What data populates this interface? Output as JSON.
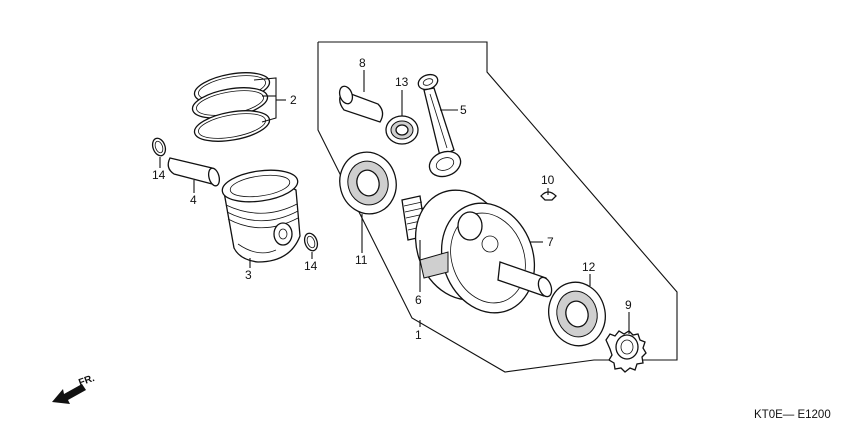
{
  "diagram": {
    "callouts": [
      {
        "id": "c1",
        "label": "1"
      },
      {
        "id": "c2",
        "label": "2"
      },
      {
        "id": "c3",
        "label": "3"
      },
      {
        "id": "c4",
        "label": "4"
      },
      {
        "id": "c5",
        "label": "5"
      },
      {
        "id": "c6",
        "label": "6"
      },
      {
        "id": "c7",
        "label": "7"
      },
      {
        "id": "c8",
        "label": "8"
      },
      {
        "id": "c9",
        "label": "9"
      },
      {
        "id": "c10",
        "label": "10"
      },
      {
        "id": "c11",
        "label": "11"
      },
      {
        "id": "c12",
        "label": "12"
      },
      {
        "id": "c13",
        "label": "13"
      },
      {
        "id": "c14a",
        "label": "14"
      },
      {
        "id": "c14b",
        "label": "14"
      }
    ],
    "direction_indicator": "FR.",
    "diagram_code": "KT0E— E1200"
  }
}
